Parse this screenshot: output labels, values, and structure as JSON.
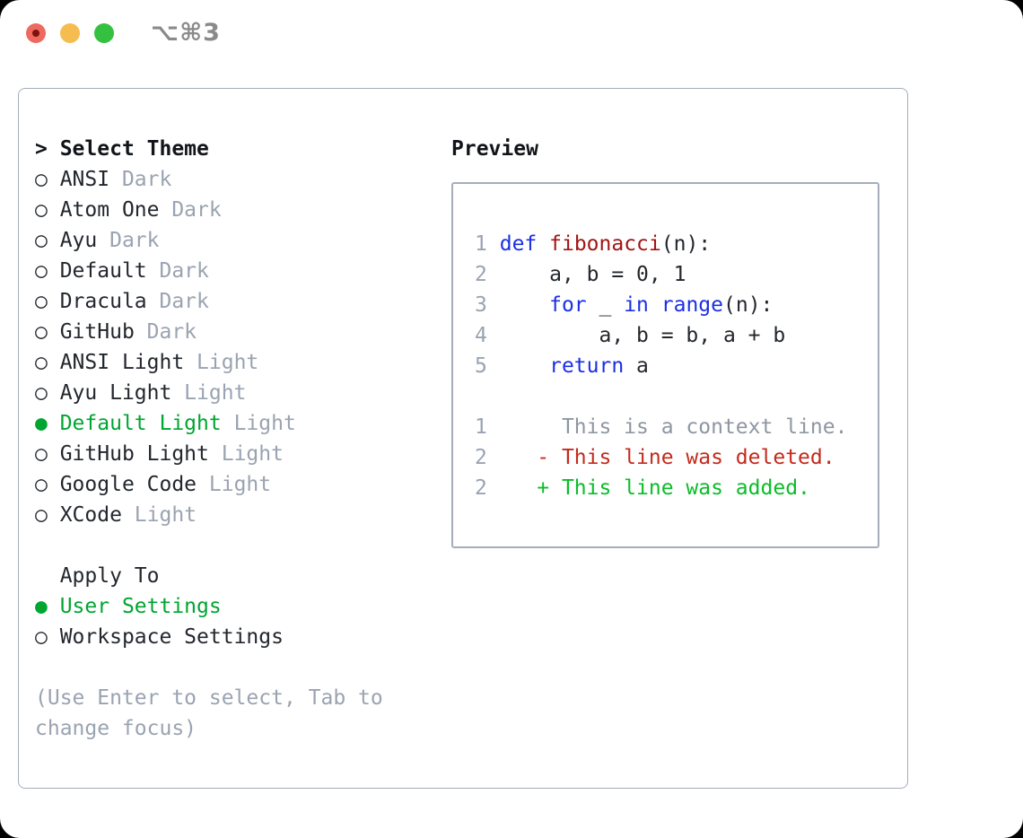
{
  "window": {
    "title": "⌥⌘3"
  },
  "colors": {
    "text_dark": "#23272d",
    "muted_gray": "#9aa3b1",
    "context_gray": "#8e96a2",
    "border_gray": "#a6adba",
    "accent_green": "#00a532",
    "added_green": "#0abd28",
    "deleted_red": "#c42a1c",
    "keyword_blue": "#1c2fe4",
    "function_red": "#a31414",
    "traffic_red": "#ee6a5f",
    "traffic_red_dot": "#7e130d",
    "traffic_yellow": "#f5bd4f",
    "traffic_green": "#33c13f",
    "title_gray": "#8a8a8a"
  },
  "theme_list": {
    "prompt": "> ",
    "header": "Select Theme",
    "items": [
      {
        "marker": "○ ",
        "name": "ANSI",
        "variant": " Dark",
        "state": ""
      },
      {
        "marker": "○ ",
        "name": "Atom One",
        "variant": " Dark",
        "state": ""
      },
      {
        "marker": "○ ",
        "name": "Ayu",
        "variant": " Dark",
        "state": ""
      },
      {
        "marker": "○ ",
        "name": "Default",
        "variant": " Dark",
        "state": ""
      },
      {
        "marker": "○ ",
        "name": "Dracula",
        "variant": " Dark",
        "state": ""
      },
      {
        "marker": "○ ",
        "name": "GitHub",
        "variant": " Dark",
        "state": ""
      },
      {
        "marker": "○ ",
        "name": "ANSI Light",
        "variant": " Light",
        "state": ""
      },
      {
        "marker": "○ ",
        "name": "Ayu Light",
        "variant": " Light",
        "state": ""
      },
      {
        "marker": "● ",
        "name": "Default Light",
        "variant": " Light",
        "state": "selected"
      },
      {
        "marker": "○ ",
        "name": "GitHub Light",
        "variant": " Light",
        "state": ""
      },
      {
        "marker": "○ ",
        "name": "Google Code",
        "variant": " Light",
        "state": ""
      },
      {
        "marker": "○ ",
        "name": "XCode",
        "variant": " Light",
        "state": ""
      }
    ]
  },
  "apply_to": {
    "indent": "  ",
    "header": "Apply To",
    "items": [
      {
        "marker": "● ",
        "name": "User Settings",
        "state": "selected"
      },
      {
        "marker": "○ ",
        "name": "Workspace Settings",
        "state": ""
      }
    ]
  },
  "hint": {
    "text": "(Use Enter to select, Tab to change focus)"
  },
  "preview": {
    "header": "Preview",
    "lines": [
      {
        "num": "1",
        "tokens": [
          {
            "t": " "
          },
          {
            "t": "def",
            "c": "kw"
          },
          {
            "t": " "
          },
          {
            "t": "fibonacci",
            "c": "fn"
          },
          {
            "t": "(n):"
          }
        ]
      },
      {
        "num": "2",
        "tokens": [
          {
            "t": "     a, b = 0, 1"
          }
        ]
      },
      {
        "num": "3",
        "tokens": [
          {
            "t": "     "
          },
          {
            "t": "for",
            "c": "kw"
          },
          {
            "t": " _ "
          },
          {
            "t": "in",
            "c": "kw"
          },
          {
            "t": " "
          },
          {
            "t": "range",
            "c": "kw"
          },
          {
            "t": "(n):"
          }
        ]
      },
      {
        "num": "4",
        "tokens": [
          {
            "t": "         a, b = b, a + b"
          }
        ]
      },
      {
        "num": "5",
        "tokens": [
          {
            "t": "     "
          },
          {
            "t": "return",
            "c": "kw"
          },
          {
            "t": " a"
          }
        ]
      },
      {
        "num": "",
        "tokens": []
      },
      {
        "num": "1",
        "tokens": [
          {
            "t": "      This is a context line.",
            "c": "ctx"
          }
        ]
      },
      {
        "num": "2",
        "tokens": [
          {
            "t": "    "
          },
          {
            "t": "- This line was deleted.",
            "c": "del"
          }
        ]
      },
      {
        "num": "2",
        "tokens": [
          {
            "t": "    "
          },
          {
            "t": "+ This line was added.",
            "c": "add"
          }
        ]
      }
    ]
  }
}
